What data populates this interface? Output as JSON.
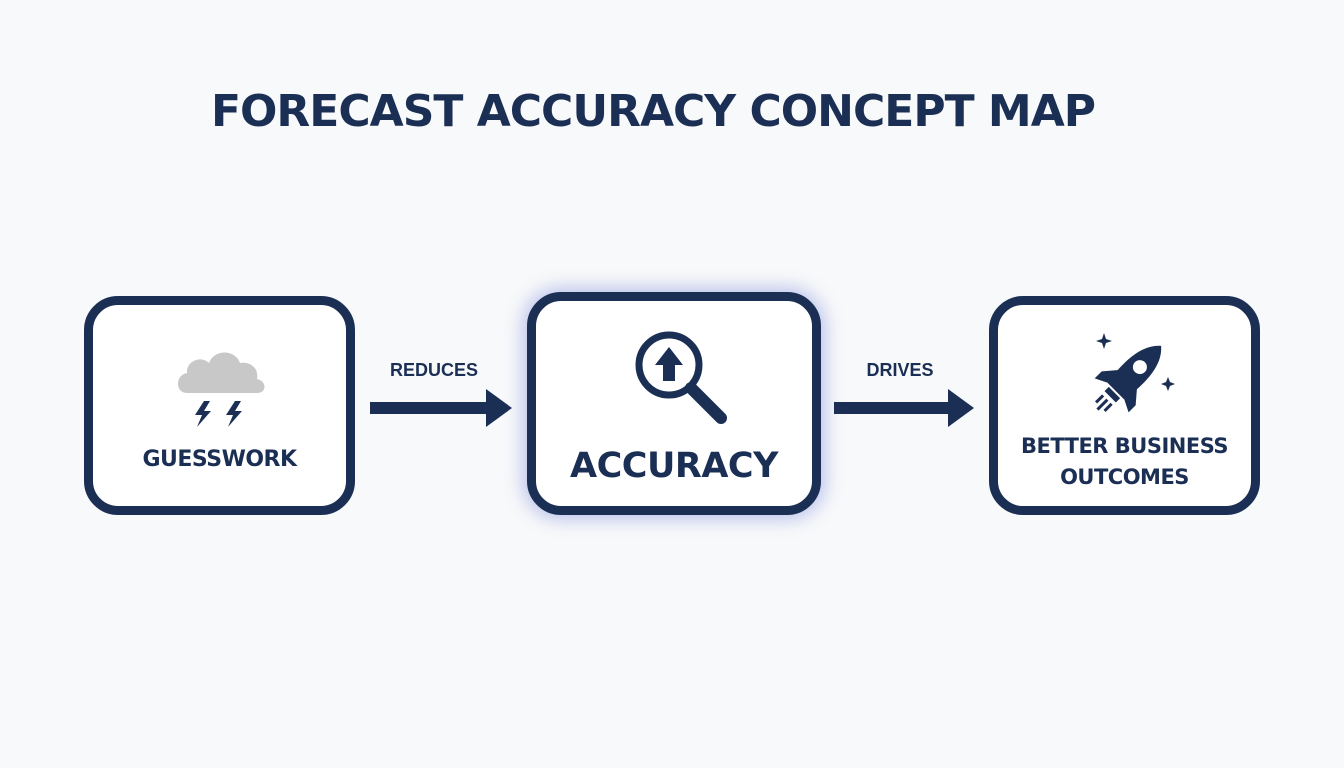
{
  "title": "FORECAST ACCURACY CONCEPT MAP",
  "colors": {
    "navy": "#1b2f55",
    "cloud_gray": "#c8c8c8",
    "glow": "#4b5fd6",
    "background": "#f8f9fa"
  },
  "nodes": [
    {
      "label": "GUESSWORK",
      "icon": "storm-cloud-icon"
    },
    {
      "label": "ACCURACY",
      "icon": "magnifier-up-arrow-icon"
    },
    {
      "label_lines": [
        "BETTER BUSINESS",
        "OUTCOMES"
      ],
      "icon": "rocket-icon"
    }
  ],
  "edges": [
    {
      "from": "GUESSWORK",
      "to": "ACCURACY",
      "label": "REDUCES"
    },
    {
      "from": "ACCURACY",
      "to": "BETTER BUSINESS OUTCOMES",
      "label": "DRIVES"
    }
  ]
}
